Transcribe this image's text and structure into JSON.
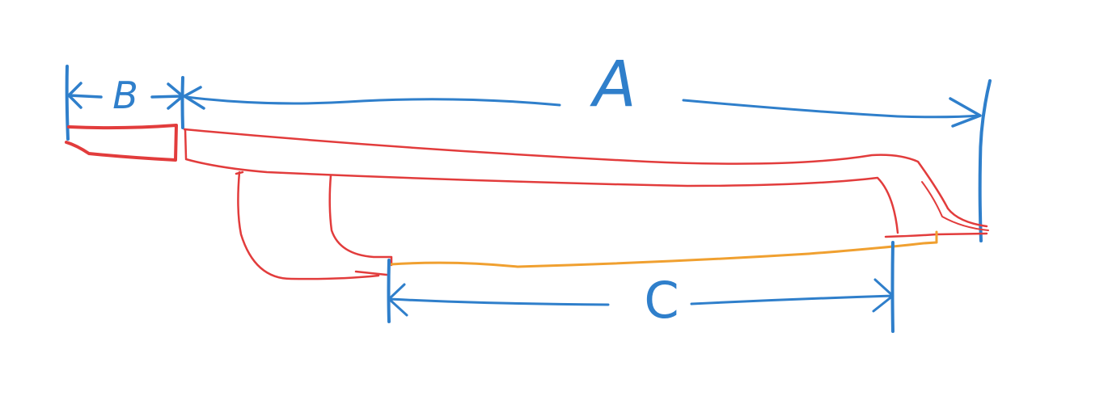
{
  "labels": {
    "a": "A",
    "b": "B",
    "c": "C"
  },
  "colors": {
    "dimension": "#2f7fcb",
    "part": "#e23c3c",
    "highlight": "#f0a030"
  }
}
